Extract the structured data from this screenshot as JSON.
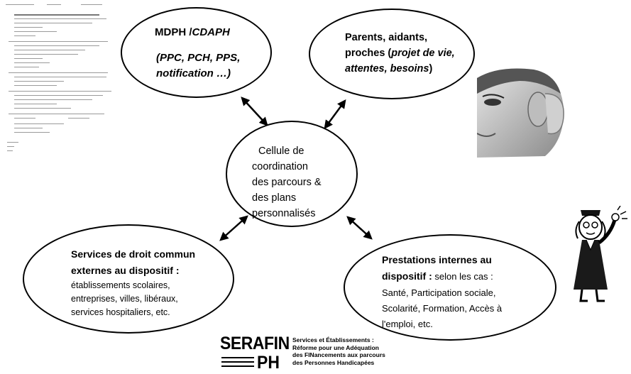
{
  "nodes": {
    "mdph": {
      "title": "MDPH /",
      "title_italic": "CDAPH",
      "line2": "(PPC, PCH, PPS,",
      "line3": "notification …)"
    },
    "parents": {
      "line1": "Parents, aidants,",
      "line2_plain": "proches (",
      "line2_italic": "projet de vie,",
      "line3_italic": "attentes, besoins",
      "line3_plain": ")"
    },
    "center": {
      "lines": [
        "Cellule de",
        "coordination",
        "des parcours &",
        "des plans",
        "personnalisés"
      ]
    },
    "services": {
      "title1": "Services de droit commun",
      "title2": "externes au dispositif :",
      "lines": [
        "établissements scolaires,",
        "entreprises, villes, libéraux,",
        "services hospitaliers, etc."
      ]
    },
    "prestations": {
      "title1": "Prestations internes au",
      "title2_bold": "dispositif :",
      "title2_plain": " selon les cas :",
      "lines": [
        "Santé, Participation sociale,",
        "Scolarité, Formation, Accès à",
        "l'emploi, etc."
      ]
    }
  },
  "logo": {
    "word1": "SERAFIN",
    "word2": "PH",
    "tagline": [
      "Services et Établissements :",
      "Réforme pour une Adéquation",
      "des FINancements aux parcours",
      "des Personnes Handicapées"
    ]
  },
  "icons": [
    "document-thumbnail-icon",
    "listening-woman-photo",
    "judge-cartoon-icon"
  ]
}
